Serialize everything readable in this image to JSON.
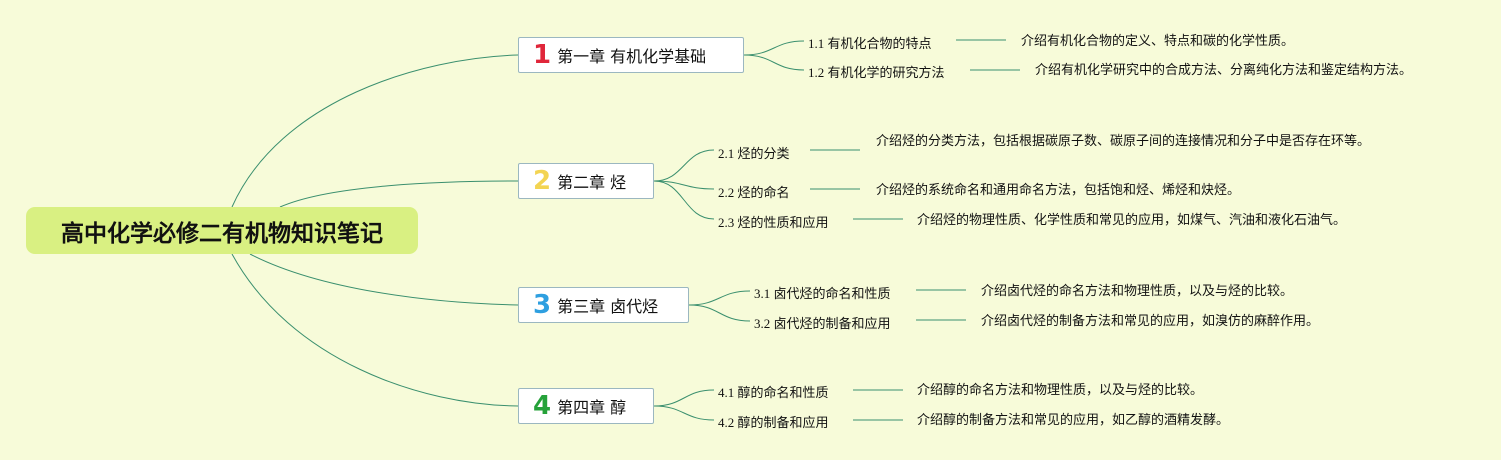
{
  "title": "高中化学必修二有机物知识笔记",
  "colors": {
    "background": "#f7fbd9",
    "root_fill": "#d9f082",
    "link": "#3a8f6e",
    "num1": "#e0263a",
    "num2": "#f3d452",
    "num3": "#2e9fe0",
    "num4": "#26a23a"
  },
  "chapters": [
    {
      "num": "1",
      "label": "第一章 有机化学基础",
      "sections": [
        {
          "id": "1.1",
          "label": "有机化合物的特点",
          "desc": "介绍有机化合物的定义、特点和碳的化学性质。"
        },
        {
          "id": "1.2",
          "label": "有机化学的研究方法",
          "desc": "介绍有机化学研究中的合成方法、分离纯化方法和鉴定结构方法。"
        }
      ]
    },
    {
      "num": "2",
      "label": "第二章 烃",
      "sections": [
        {
          "id": "2.1",
          "label": "烃的分类",
          "desc": "介绍烃的分类方法，包括根据碳原子数、碳原子间的连接情况和分子中是否存在环等。"
        },
        {
          "id": "2.2",
          "label": "烃的命名",
          "desc": "介绍烃的系统命名和通用命名方法，包括饱和烃、烯烃和炔烃。"
        },
        {
          "id": "2.3",
          "label": "烃的性质和应用",
          "desc": "介绍烃的物理性质、化学性质和常见的应用，如煤气、汽油和液化石油气。"
        }
      ]
    },
    {
      "num": "3",
      "label": "第三章 卤代烃",
      "sections": [
        {
          "id": "3.1",
          "label": "卤代烃的命名和性质",
          "desc": "介绍卤代烃的命名方法和物理性质，以及与烃的比较。"
        },
        {
          "id": "3.2",
          "label": "卤代烃的制备和应用",
          "desc": "介绍卤代烃的制备方法和常见的应用，如溴仿的麻醉作用。"
        }
      ]
    },
    {
      "num": "4",
      "label": "第四章 醇",
      "sections": [
        {
          "id": "4.1",
          "label": "醇的命名和性质",
          "desc": "介绍醇的命名方法和物理性质，以及与烃的比较。"
        },
        {
          "id": "4.2",
          "label": "醇的制备和应用",
          "desc": "介绍醇的制备方法和常见的应用，如乙醇的酒精发酵。"
        }
      ]
    }
  ]
}
